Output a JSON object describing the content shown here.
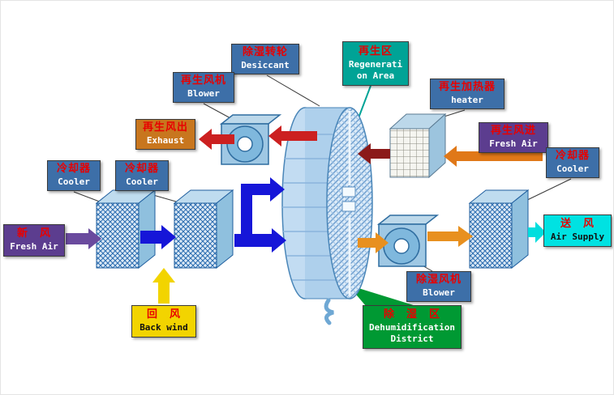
{
  "labels": {
    "desiccant": {
      "zh": "除湿转轮",
      "en": "Desiccant"
    },
    "regen_area": {
      "zh": "再生区",
      "en1": "Regenerati",
      "en2": "on Area"
    },
    "regen_blower": {
      "zh": "再生风机",
      "en": "Blower"
    },
    "regen_heater": {
      "zh": "再生加热器",
      "en": "heater"
    },
    "exhaust": {
      "zh": "再生风出",
      "en": "Exhaust"
    },
    "regen_fresh_air": {
      "zh": "再生风进",
      "en": "Fresh Air"
    },
    "cooler_left": {
      "zh": "冷却器",
      "en": "Cooler"
    },
    "cooler_mid": {
      "zh": "冷却器",
      "en": "Cooler"
    },
    "cooler_right": {
      "zh": "冷却器",
      "en": "Cooler"
    },
    "fresh_air": {
      "zh": "新　风",
      "en": "Fresh Air"
    },
    "air_supply": {
      "zh": "送　风",
      "en": "Air Supply"
    },
    "back_wind": {
      "zh": "回　风",
      "en": "Back wind"
    },
    "dehumid_blower": {
      "zh": "除湿风机",
      "en": "Blower"
    },
    "dehumid_district": {
      "zh": "除　湿　区",
      "en1": "Dehumidification",
      "en2": "District"
    }
  },
  "colors": {
    "steel_blue": "#3d6fa8",
    "teal": "#00a396",
    "orange": "#c8761e",
    "purple": "#5c3d8f",
    "cyan": "#00e2e2",
    "yellow": "#f2d400",
    "green": "#009933",
    "label_text_zh": "#e80000",
    "arrow_blue": "#1616d8",
    "arrow_red": "#cc2020",
    "arrow_dark_red": "#8b1a1a",
    "arrow_orange": "#e8901f",
    "arrow_purple": "#6a4a9e",
    "arrow_yellow": "#f2d400",
    "arrow_cyan": "#00dede"
  }
}
